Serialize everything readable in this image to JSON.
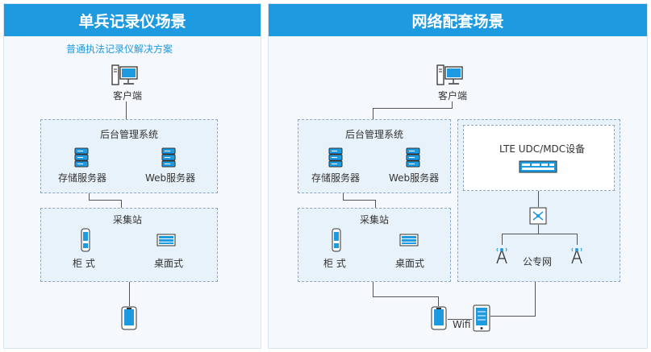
{
  "left": {
    "title": "单兵记录仪场景",
    "subtitle": "普通执法记录仪解决方案",
    "client_label": "客户端",
    "backend": {
      "title": "后台管理系统",
      "storage": "存储服务器",
      "web": "Web服务器"
    },
    "station": {
      "title": "采集站",
      "cabinet": "柜 式",
      "desktop": "桌面式"
    }
  },
  "right": {
    "title": "网络配套场景",
    "client_label": "客户端",
    "backend": {
      "title": "后台管理系统",
      "storage": "存储服务器",
      "web": "Web服务器"
    },
    "station": {
      "title": "采集站",
      "cabinet": "柜 式",
      "desktop": "桌面式"
    },
    "lte": {
      "title": "LTE UDC/MDC设备",
      "public_network": "公专网"
    },
    "wifi_label": "Wifi"
  },
  "colors": {
    "header": "#1e9ae0",
    "accent": "#1e9ae0",
    "box_fill": "#e8f2fa",
    "box_border": "#8fa8bf"
  }
}
